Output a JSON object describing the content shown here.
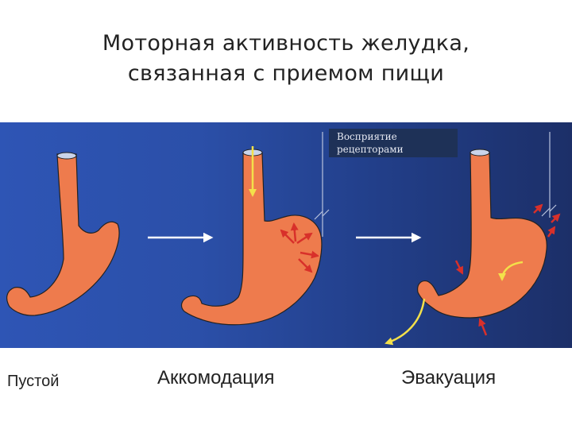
{
  "title": {
    "line1": "Моторная активность желудка,",
    "line2": "связанная с приемом пищи"
  },
  "perception_label": {
    "line1": "Восприятие",
    "line2": "рецепторами"
  },
  "stages": {
    "empty": "Пустой",
    "accommodation": "Аккомодация",
    "evacuation": "Эвакуация"
  },
  "colors": {
    "stomach": "#ee7b4d",
    "arrow_red": "#d8302a",
    "arrow_yellow": "#f3e04a",
    "panel_left": "#2e55b5",
    "panel_right": "#1c2f68"
  }
}
